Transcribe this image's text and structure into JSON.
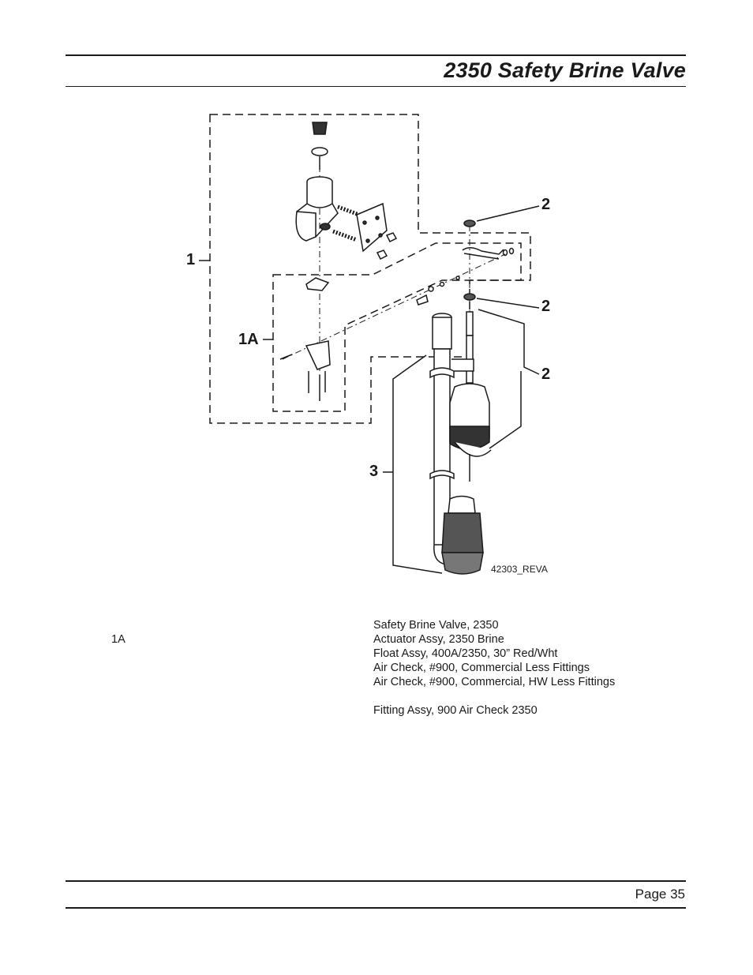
{
  "header": {
    "title": "2350 Safety Brine Valve"
  },
  "diagram": {
    "callouts": {
      "c1": "1",
      "c1a": "1A",
      "c2a": "2",
      "c2b": "2",
      "c2c": "2",
      "c3": "3"
    },
    "drawing_number": "42303_REVA"
  },
  "parts_list": {
    "item_numbers": [
      "",
      "1A",
      "",
      "",
      "",
      "",
      ""
    ],
    "descriptions": [
      "Safety Brine Valve, 2350",
      "Actuator Assy, 2350 Brine",
      "Float Assy, 400A/2350, 30” Red/Wht",
      "Air Check, #900, Commercial Less Fittings",
      "Air Check, #900, Commercial, HW Less Fittings",
      "",
      "Fitting Assy, 900 Air Check 2350"
    ]
  },
  "footer": {
    "page_label": "Page 35"
  }
}
